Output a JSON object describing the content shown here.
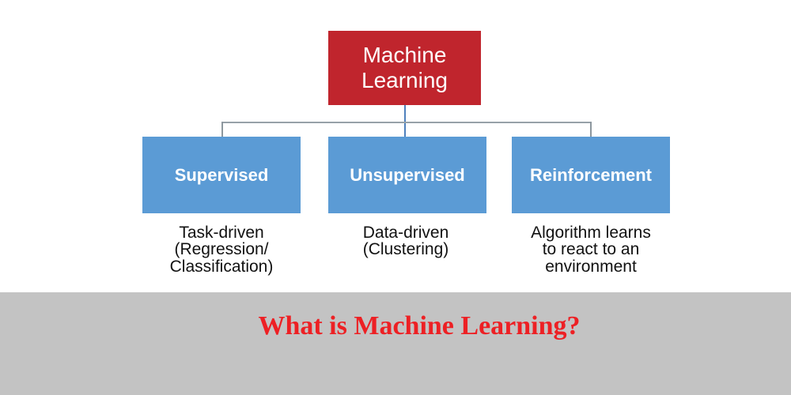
{
  "diagram": {
    "root": {
      "label": "Machine\nLearning"
    },
    "children": [
      {
        "label": "Supervised",
        "caption": "Task-driven\n(Regression/\nClassification)"
      },
      {
        "label": "Unsupervised",
        "caption": "Data-driven\n(Clustering)"
      },
      {
        "label": "Reinforcement",
        "caption": "Algorithm learns\nto react to an\nenvironment"
      }
    ],
    "colors": {
      "root_box": "#c0252d",
      "child_box": "#5b9bd5",
      "connector_outer": "#8d979e",
      "connector_center": "#4f81bd",
      "box_text": "#ffffff",
      "caption_text": "#111111"
    }
  },
  "banner": {
    "title": "What is Machine Learning?",
    "colors": {
      "background": "#c3c3c3",
      "text": "#ed2024"
    }
  }
}
